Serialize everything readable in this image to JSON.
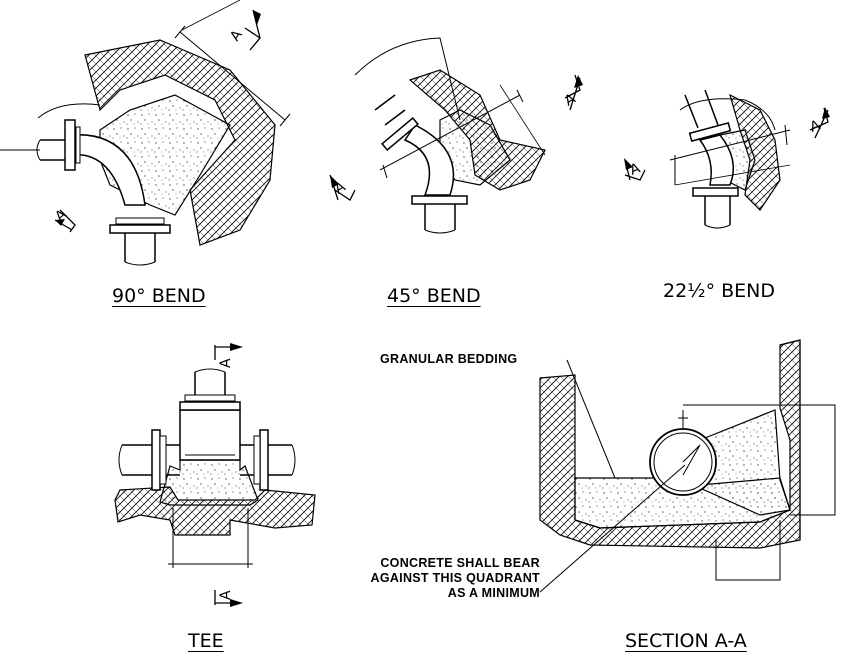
{
  "captions": {
    "bend90": "90° BEND",
    "bend45": "45° BEND",
    "bend22": "22½° BEND",
    "tee": "TEE",
    "section": "SECTION A-A"
  },
  "section_marker": "A",
  "notes": {
    "granular_bedding": "GRANULAR BEDDING",
    "concrete_line1": "CONCRETE SHALL BEAR",
    "concrete_line2": "AGAINST THIS QUADRANT",
    "concrete_line3": "AS A MINIMUM"
  }
}
